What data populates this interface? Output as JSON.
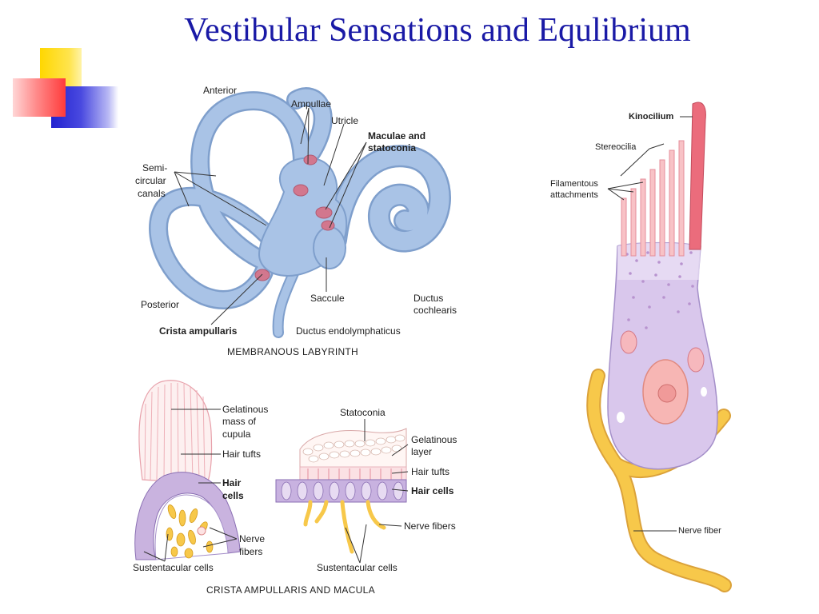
{
  "title": "Vestibular Sensations and Equlibrium",
  "colors": {
    "title_blue": "#1a1aa6",
    "labyrinth_blue": "#a4c0e4",
    "labyrinth_outline": "#7f9fcc",
    "hair_pink": "#f3a2a8",
    "kinocilium_red": "#ea6a7a",
    "cell_lavender": "#d7c6ea",
    "nerve_yellow": "#f7c84a",
    "deco_yellow": "#ffd700",
    "deco_blue": "#2a2ad6",
    "deco_red": "#ff4040"
  },
  "labyrinth": {
    "anterior": "Anterior",
    "ampullae": "Ampullae",
    "utricle": "Utricle",
    "maculae_line1": "Maculae and",
    "maculae_line2": "statoconia",
    "semi_line1": "Semi-",
    "semi_line2": "circular",
    "semi_line3": "canals",
    "posterior": "Posterior",
    "saccule": "Saccule",
    "ductus_cochlearis_line1": "Ductus",
    "ductus_cochlearis_line2": "cochlearis",
    "crista_ampullaris": "Crista ampullaris",
    "ductus_endolymphaticus": "Ductus endolymphaticus",
    "caption": "MEMBRANOUS LABYRINTH"
  },
  "crista": {
    "gelatinous_line1": "Gelatinous",
    "gelatinous_line2": "mass of",
    "gelatinous_line3": "cupula",
    "hair_tufts": "Hair tufts",
    "hair_cells_line1": "Hair",
    "hair_cells_line2": "cells",
    "nerve_line1": "Nerve",
    "nerve_line2": "fibers",
    "sustentacular": "Sustentacular cells"
  },
  "macula": {
    "statoconia": "Statoconia",
    "gelatinous_line1": "Gelatinous",
    "gelatinous_line2": "layer",
    "hair_tufts": "Hair tufts",
    "hair_cells": "Hair cells",
    "nerve_fibers": "Nerve fibers",
    "sustentacular": "Sustentacular cells"
  },
  "bottom_caption": "CRISTA AMPULLARIS AND MACULA",
  "hair_cell": {
    "kinocilium": "Kinocilium",
    "stereocilia": "Stereocilia",
    "filamentous_line1": "Filamentous",
    "filamentous_line2": "attachments",
    "nerve_fiber": "Nerve fiber"
  }
}
